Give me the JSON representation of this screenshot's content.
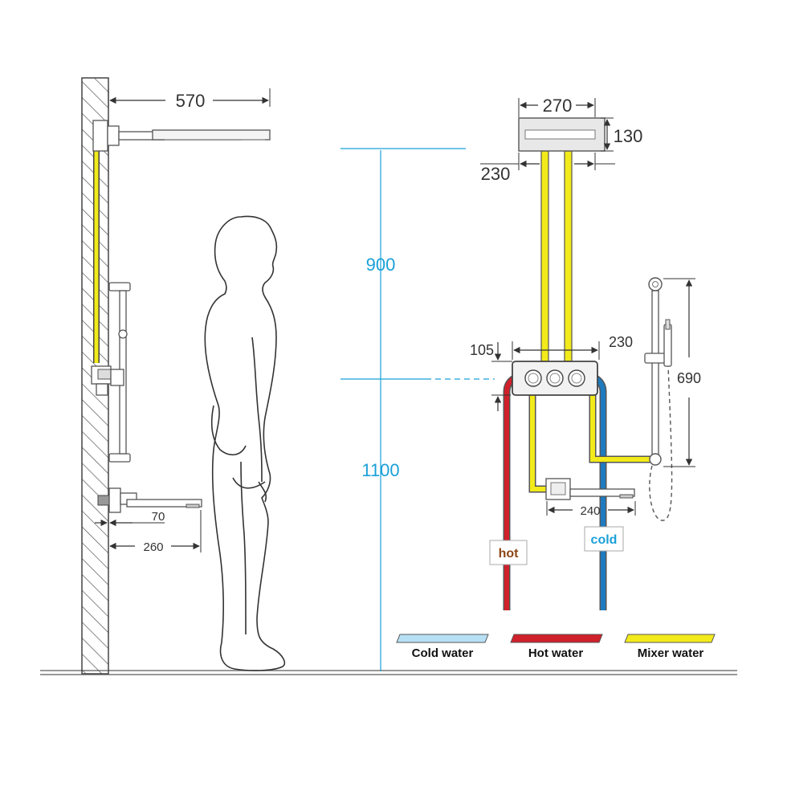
{
  "colors": {
    "cold": "#1e7bbf",
    "cold_light": "#b8e0f5",
    "hot": "#d0202a",
    "mixer": "#f2ea1a",
    "dimension_blue": "#1aa0d8",
    "hot_label": "#8b4513",
    "cold_label": "#1aa0d8"
  },
  "dimensions": {
    "arm_length": "570",
    "head_width": "270",
    "head_depth": "130",
    "head_offset": "230",
    "height_upper": "900",
    "height_lower": "1100",
    "valve_height": "105",
    "valve_width": "230",
    "slide_rail": "690",
    "spout_length": "240",
    "tray_offset": "70",
    "tray_length": "260"
  },
  "pipe_labels": {
    "hot": "hot",
    "cold": "cold"
  },
  "legend": [
    {
      "key": "cold",
      "label": "Cold water"
    },
    {
      "key": "hot",
      "label": "Hot water"
    },
    {
      "key": "mixer",
      "label": "Mixer water"
    }
  ]
}
